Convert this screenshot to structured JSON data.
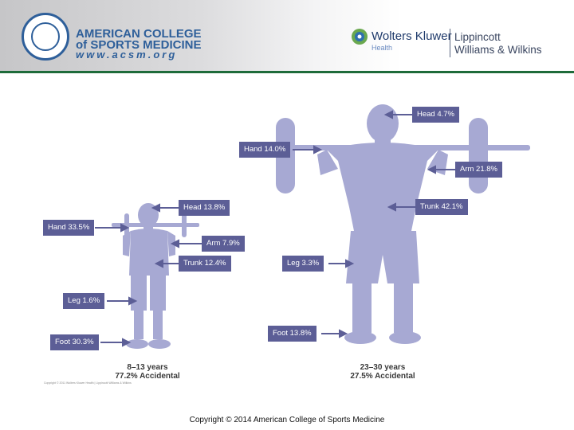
{
  "header": {
    "acsm_line1": "AMERICAN COLLEGE",
    "acsm_line2": "of SPORTS MEDICINE",
    "acsm_url": "www.acsm.org",
    "wk_name": "Wolters Kluwer",
    "wk_health": "Health",
    "lww_line1": "Lippincott",
    "lww_line2": "Williams & Wilkins"
  },
  "child": {
    "labels": {
      "head": "Head 13.8%",
      "hand": "Hand 33.5%",
      "arm": "Arm 7.9%",
      "trunk": "Trunk 12.4%",
      "leg": "Leg 1.6%",
      "foot": "Foot 30.3%"
    },
    "age": "8–13 years",
    "accidental": "77.2% Accidental"
  },
  "adult": {
    "labels": {
      "head": "Head 4.7%",
      "hand": "Hand 14.0%",
      "arm": "Arm 21.8%",
      "trunk": "Trunk 42.1%",
      "leg": "Leg 3.3%",
      "foot": "Foot 13.8%"
    },
    "age": "23–30 years",
    "accidental": "27.5% Accidental"
  },
  "small_copyright": "Copyright © 2011 Wolters Kluwer Health | Lippincott Williams & Wilkins",
  "footer": "Copyright © 2014 American College of Sports Medicine",
  "colors": {
    "label_bg": "#5c5e96",
    "figure": "#a7a9d3",
    "rule": "#1e6b3a",
    "brand_blue": "#2e5f9a"
  }
}
